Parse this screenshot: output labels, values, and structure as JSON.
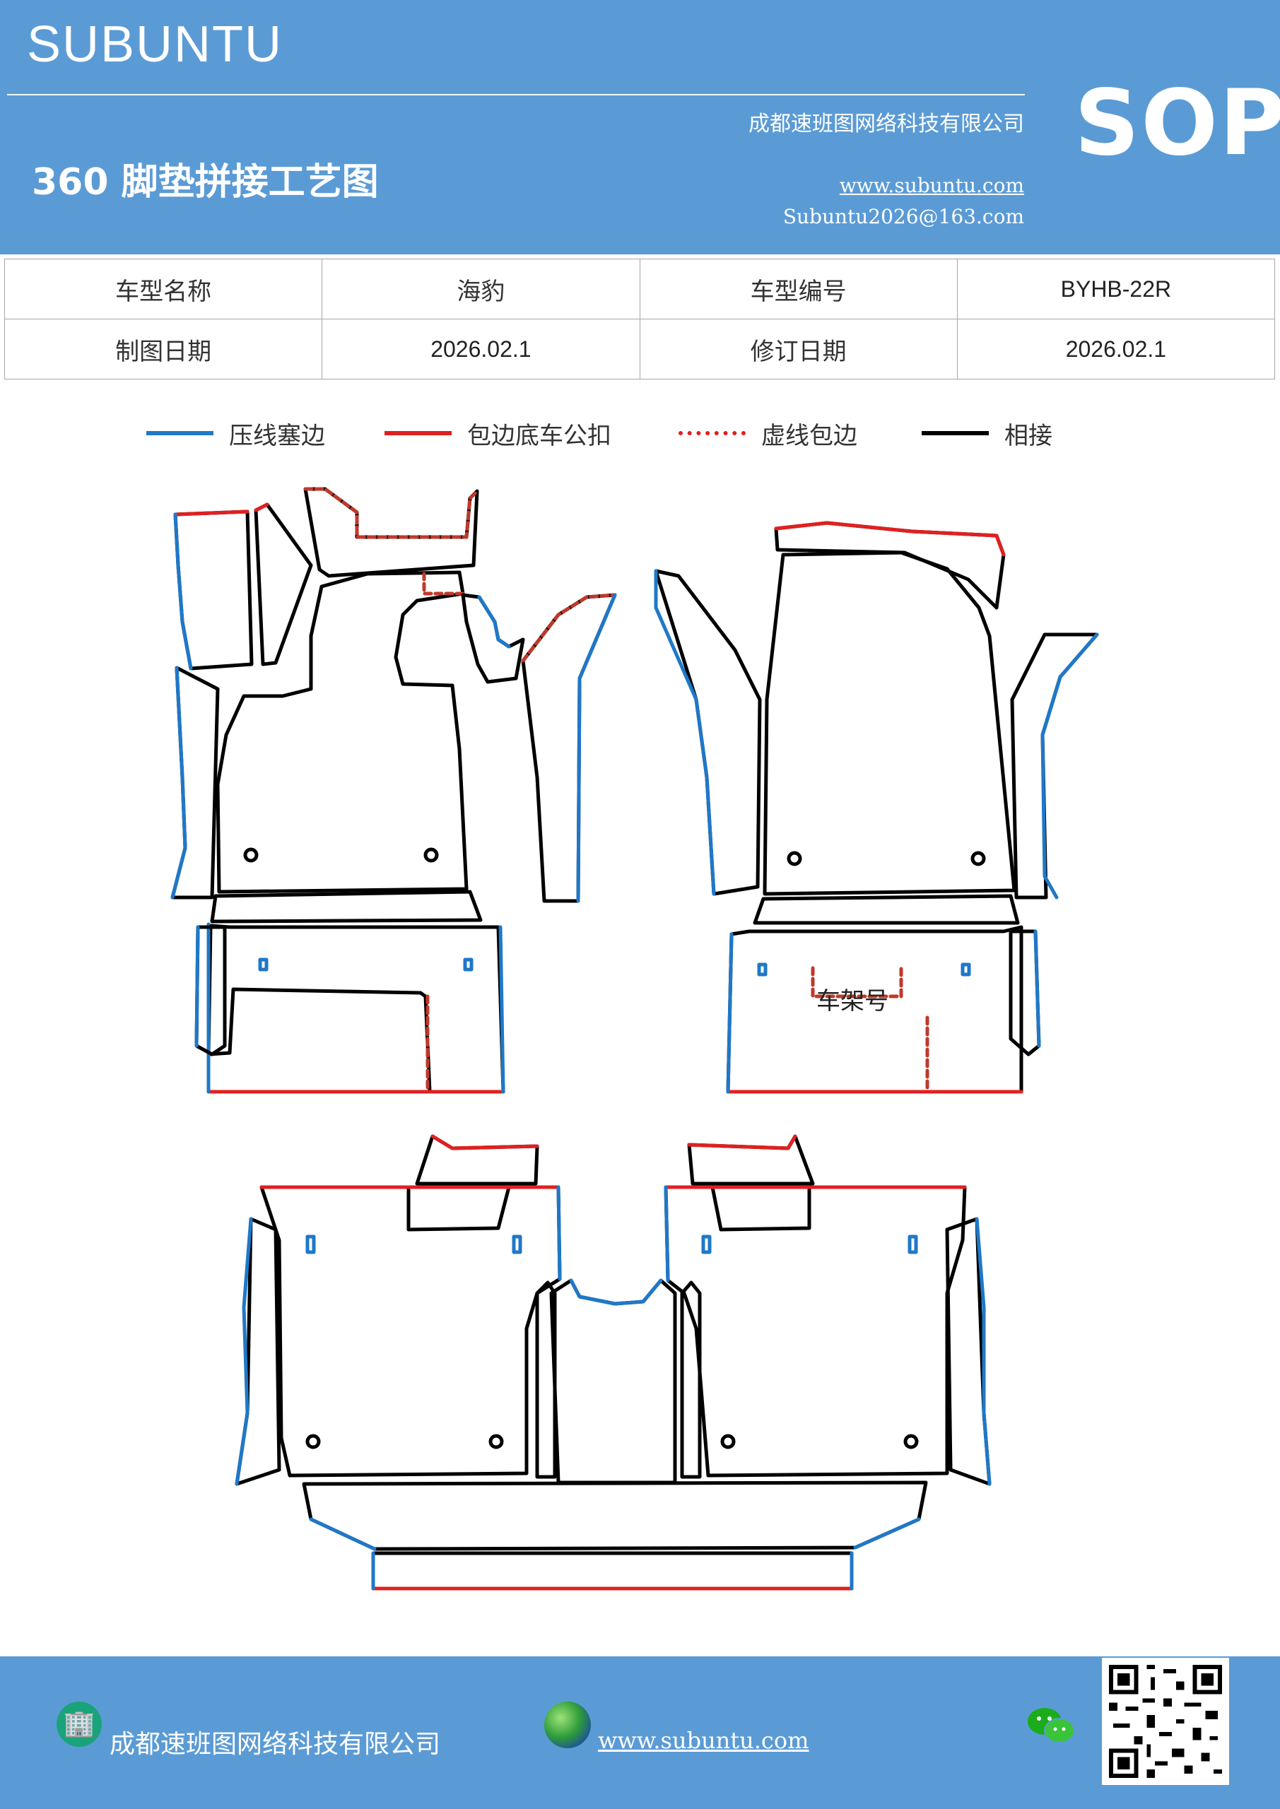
{
  "header": {
    "brand": "SUBUNTU",
    "company": "成都速班图网络科技有限公司",
    "title": "360 脚垫拼接工艺图",
    "website": "www.subuntu.com",
    "email": "Subuntu2026@163.com",
    "badge": "SOP"
  },
  "info_table": {
    "rows": [
      [
        "车型名称",
        "海豹",
        "车型编号",
        "BYHB-22R"
      ],
      [
        "制图日期",
        "2026.02.1",
        "修订日期",
        "2026.02.1"
      ]
    ]
  },
  "legend": [
    {
      "label": "压线塞边",
      "color": "#1f78c8",
      "style": "solid"
    },
    {
      "label": "包边底车公扣",
      "color": "#e02020",
      "style": "solid"
    },
    {
      "label": "虚线包边",
      "color": "#e02020",
      "style": "dotted"
    },
    {
      "label": "相接",
      "color": "#000000",
      "style": "solid"
    }
  ],
  "diagram": {
    "frame_label": "车架号"
  },
  "footer": {
    "company": "成都速班图网络科技有限公司",
    "website": "www.subuntu.com",
    "icons": [
      "building-icon",
      "globe-icon",
      "wechat-icon",
      "qr-code"
    ]
  }
}
